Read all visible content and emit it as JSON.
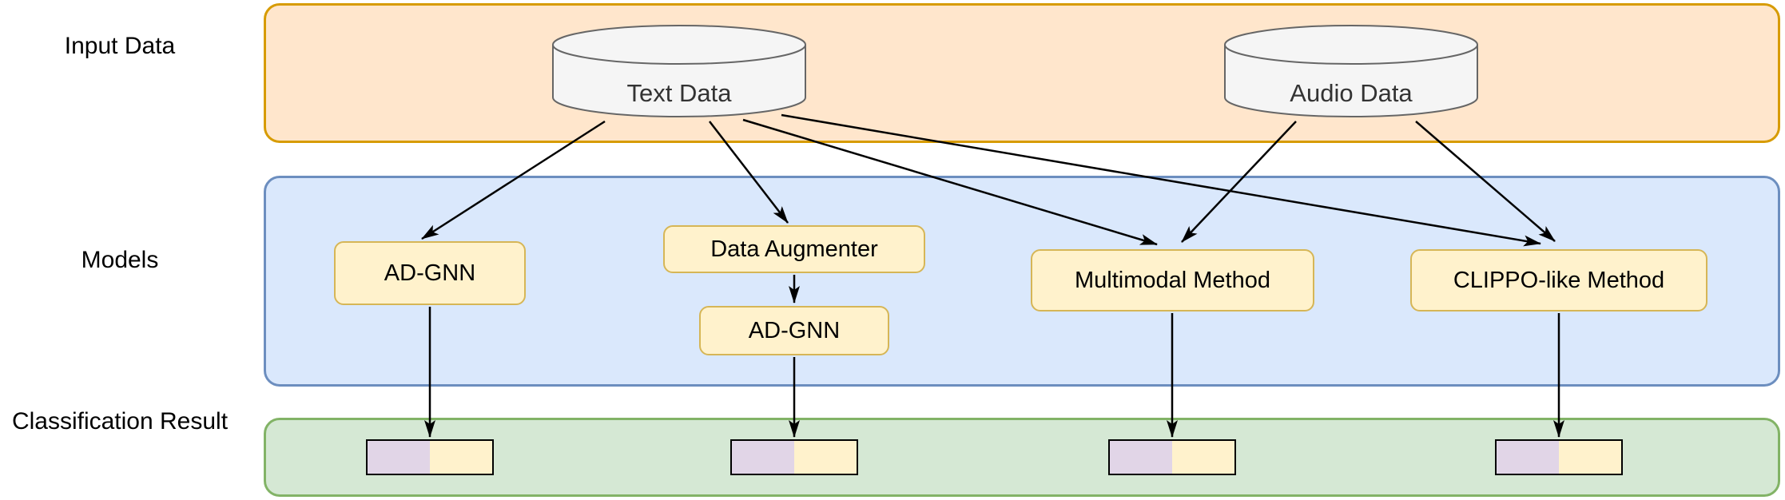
{
  "row_labels": {
    "input": "Input Data",
    "models": "Models",
    "result": "Classification Result"
  },
  "datastores": [
    {
      "label": "Text Data"
    },
    {
      "label": "Audio Data"
    }
  ],
  "models": [
    {
      "label": "AD-GNN"
    },
    {
      "label": "Data Augmenter"
    },
    {
      "label": "AD-GNN"
    },
    {
      "label": "Multimodal Method"
    },
    {
      "label": "CLIPPO-like Method"
    }
  ],
  "results": [
    {
      "segments": [
        "purple",
        "yellow"
      ]
    },
    {
      "segments": [
        "purple",
        "yellow"
      ]
    },
    {
      "segments": [
        "purple",
        "yellow"
      ]
    },
    {
      "segments": [
        "purple",
        "yellow"
      ]
    }
  ],
  "edges": [
    {
      "from": "Text Data",
      "to": "AD-GNN"
    },
    {
      "from": "Text Data",
      "to": "Data Augmenter"
    },
    {
      "from": "Text Data",
      "to": "Multimodal Method"
    },
    {
      "from": "Text Data",
      "to": "CLIPPO-like Method"
    },
    {
      "from": "Audio Data",
      "to": "Multimodal Method"
    },
    {
      "from": "Audio Data",
      "to": "CLIPPO-like Method"
    },
    {
      "from": "AD-GNN",
      "to": "Classification Result 1"
    },
    {
      "from": "Data Augmenter",
      "to": "AD-GNN (2)"
    },
    {
      "from": "AD-GNN (2)",
      "to": "Classification Result 2"
    },
    {
      "from": "Multimodal Method",
      "to": "Classification Result 3"
    },
    {
      "from": "CLIPPO-like Method",
      "to": "Classification Result 4"
    }
  ],
  "colors": {
    "orange_fill": "#FFE6CC",
    "orange_stroke": "#D79B00",
    "blue_fill": "#DAE8FC",
    "blue_stroke": "#6C8EBF",
    "green_fill": "#D5E8D4",
    "green_stroke": "#82B366",
    "yellow_fill": "#FFF2CC",
    "yellow_stroke": "#D6B656",
    "gray_fill": "#F5F5F5",
    "gray_stroke": "#666666",
    "purple_fill": "#E1D5E7",
    "result_border": "#000000",
    "arrow": "#000000",
    "text": "#000000",
    "cyl_text": "#333333"
  }
}
